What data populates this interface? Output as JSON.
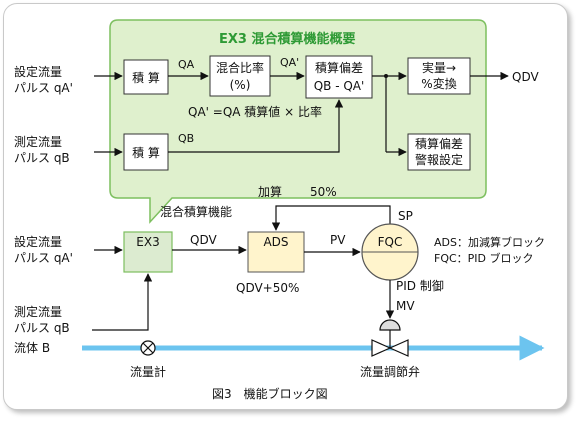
{
  "colors": {
    "panel_fill": "#dff0cd",
    "panel_stroke": "#7dbf5f",
    "title_green": "#2e9a35",
    "ex3_fill": "#dcebd0",
    "ads_fill": "#fff4cc",
    "fqc_fill": "#fff4cc",
    "flow_pipe": "#6cc4ef"
  },
  "panel": {
    "title": "EX3 混合積算機能概要"
  },
  "inputs": {
    "sa_line1": "設定流量",
    "sa_line2": "パルス qA'",
    "ma_line1": "測定流量",
    "ma_line2": "パルス qB"
  },
  "blocks": {
    "integ1": "積 算",
    "ratio_line1": "混合比率",
    "ratio_line2": "(%)",
    "dev_line1": "積算偏差",
    "dev_line2": "QB - QA'",
    "conv_line1": "実量→",
    "conv_line2": "%変換",
    "integ2": "積 算",
    "alarm_line1": "積算偏差",
    "alarm_line2": "警報設定"
  },
  "signals": {
    "qa": "QA",
    "qa_prime": "QA'",
    "qb": "QB",
    "qdv_out": "QDV",
    "formula": "QA' =QA 積算値 × 比率"
  },
  "lower": {
    "callout": "混合積算機能",
    "sb_line1": "設定流量",
    "sb_line2": "パルス qA'",
    "ex3": "EX3",
    "qdv": "QDV",
    "ads": "ADS",
    "ads_note": "QDV+50%",
    "pv": "PV",
    "fqc": "FQC",
    "sp": "SP",
    "add": "加算",
    "fifty": "50%",
    "mb_line1": "測定流量",
    "mb_line2": "パルス qB",
    "legend_ads": "ADS：加減算ブロック",
    "legend_fqc": "FQC：PID ブロック",
    "pid": "PID 制御",
    "mv": "MV",
    "fluid": "流体 B",
    "meter": "流量計",
    "valve": "流量調節弁"
  },
  "caption": "図3　機能ブロック図"
}
